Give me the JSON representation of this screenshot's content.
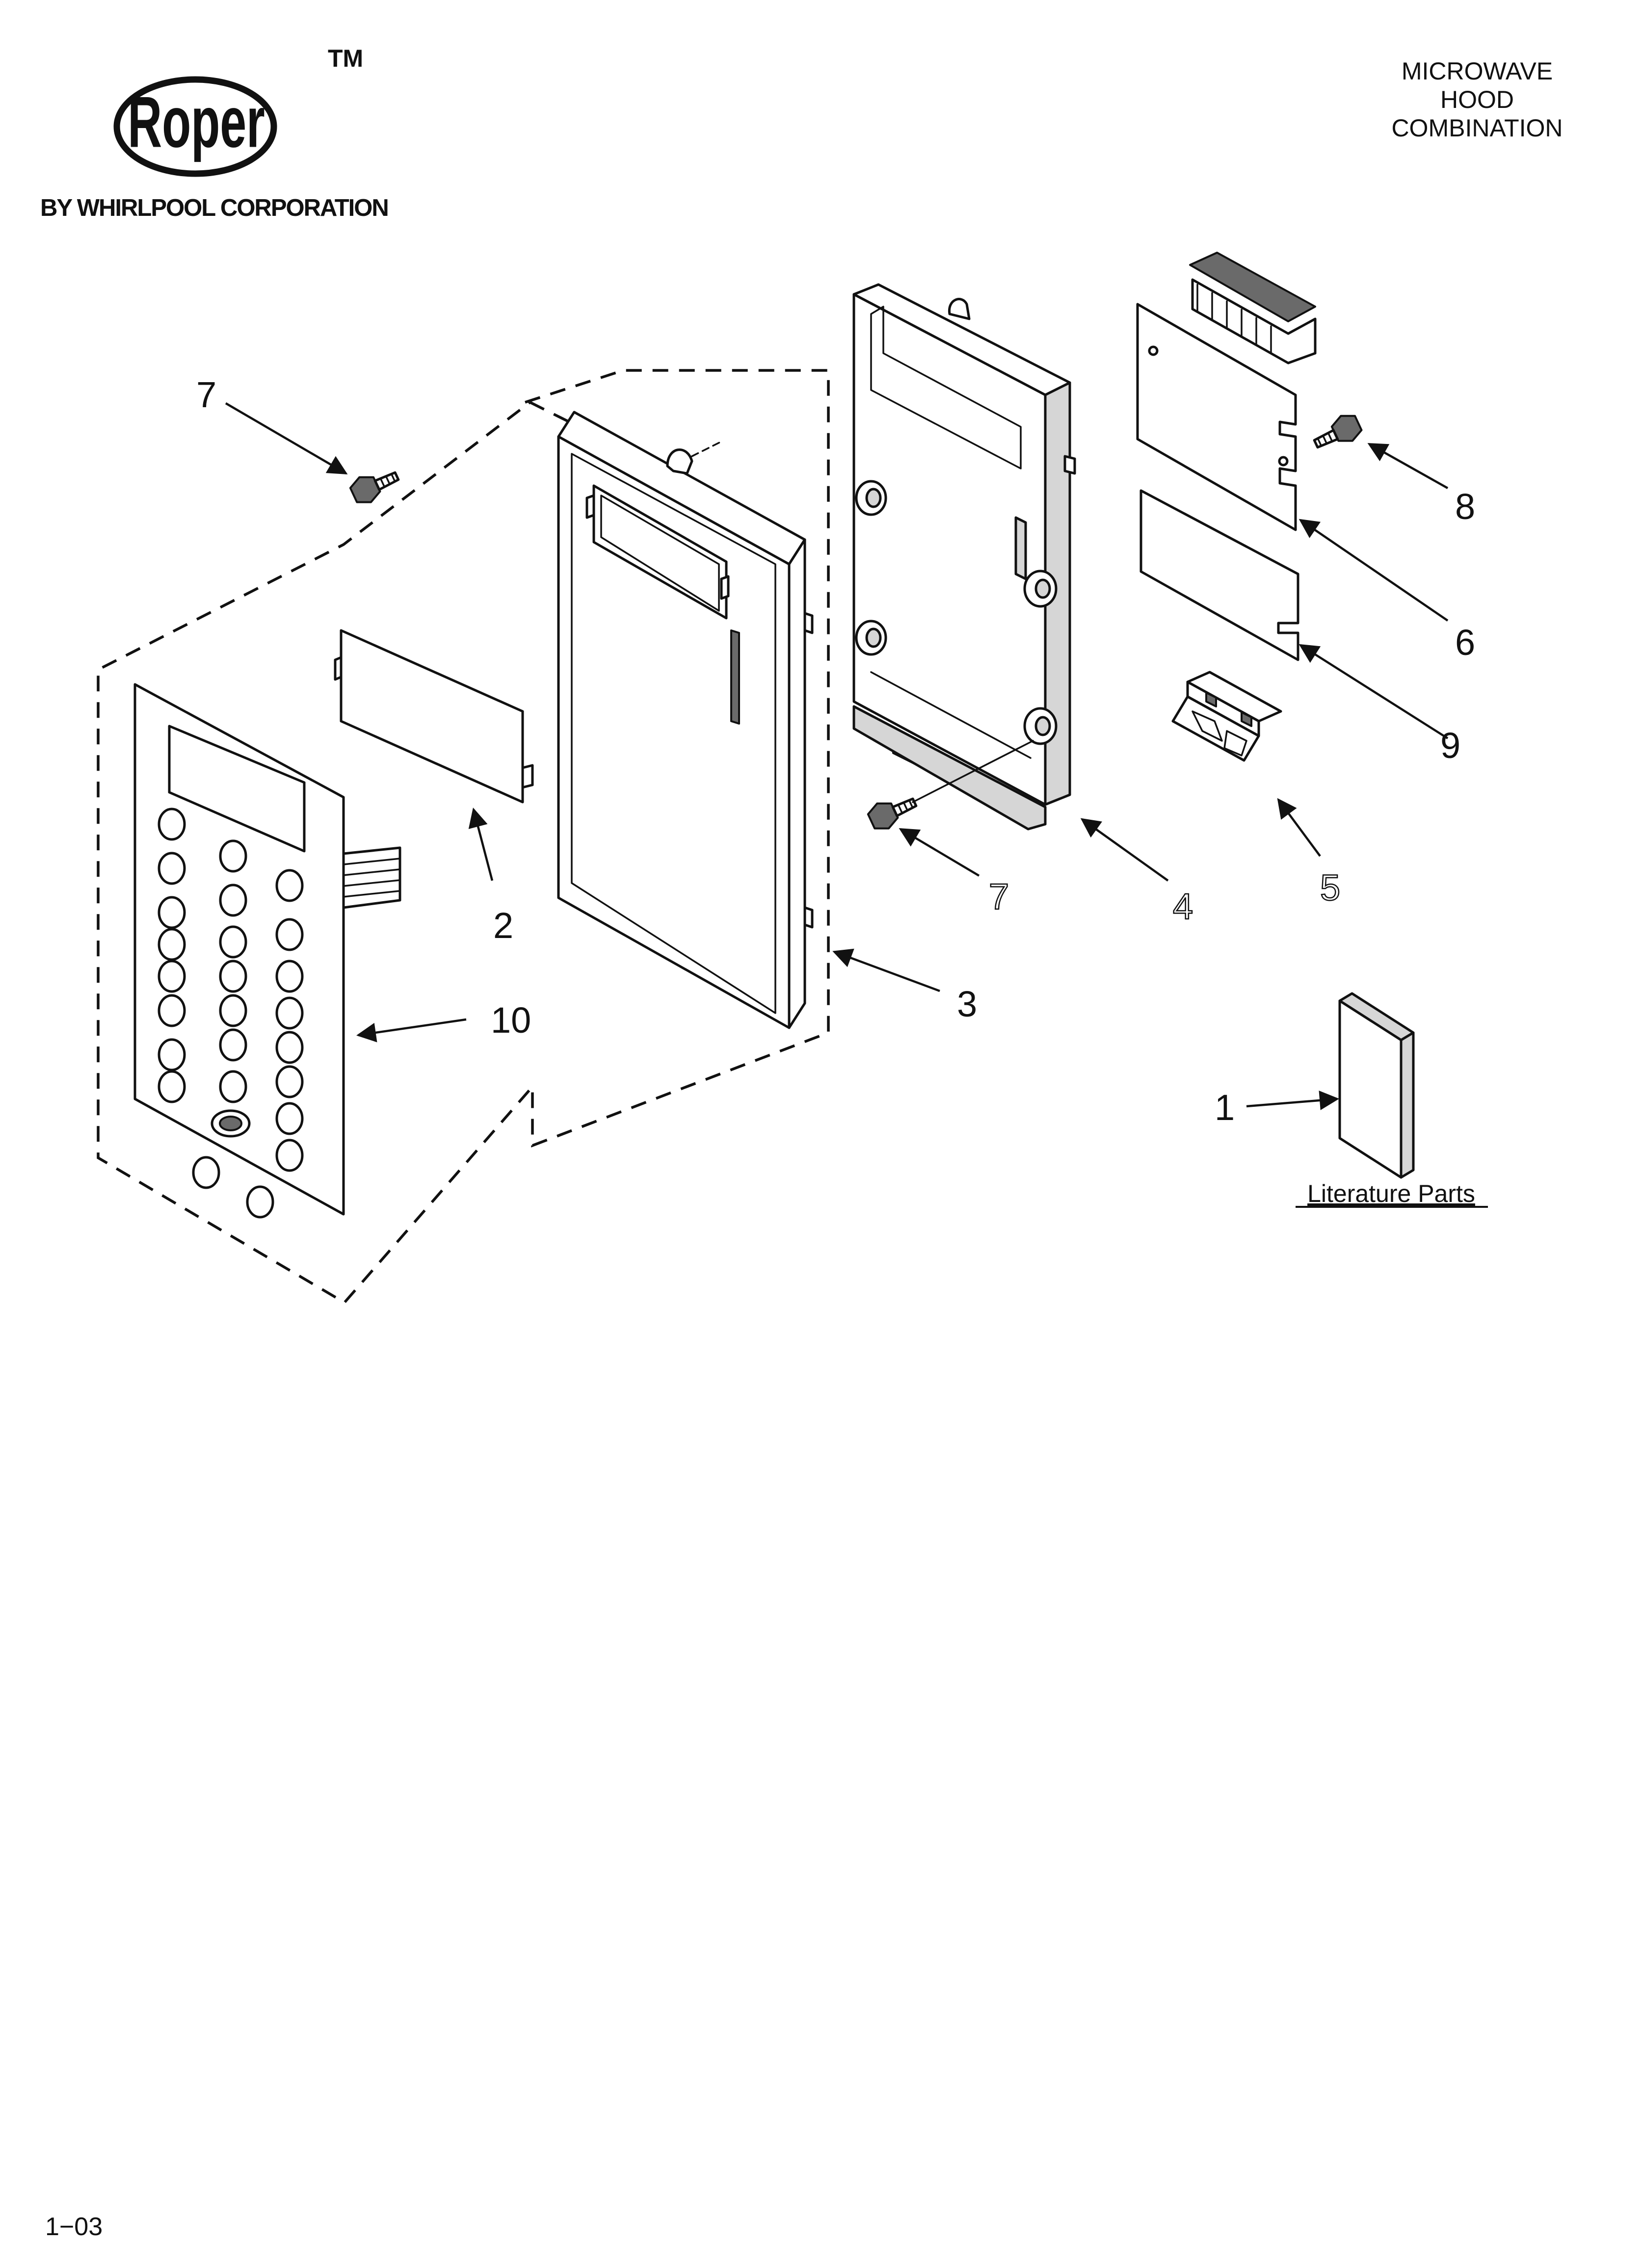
{
  "brand": {
    "logo_text": "Roper",
    "trademark": "TM",
    "byline": "BY WHIRLPOOL CORPORATION"
  },
  "header": {
    "product_lines": [
      "MICROWAVE",
      "HOOD",
      "COMBINATION"
    ]
  },
  "callouts": {
    "screw_left": "7",
    "screw_center": "7",
    "screw_right": "8",
    "window": "2",
    "door_panel": "3",
    "control_housing": "4",
    "bracket": "5",
    "control_board": "6",
    "insulator": "9",
    "membrane_keypad": "10",
    "literature": "1"
  },
  "labels": {
    "literature_parts": "Literature Parts"
  },
  "footer": {
    "page_code": "1−03"
  }
}
